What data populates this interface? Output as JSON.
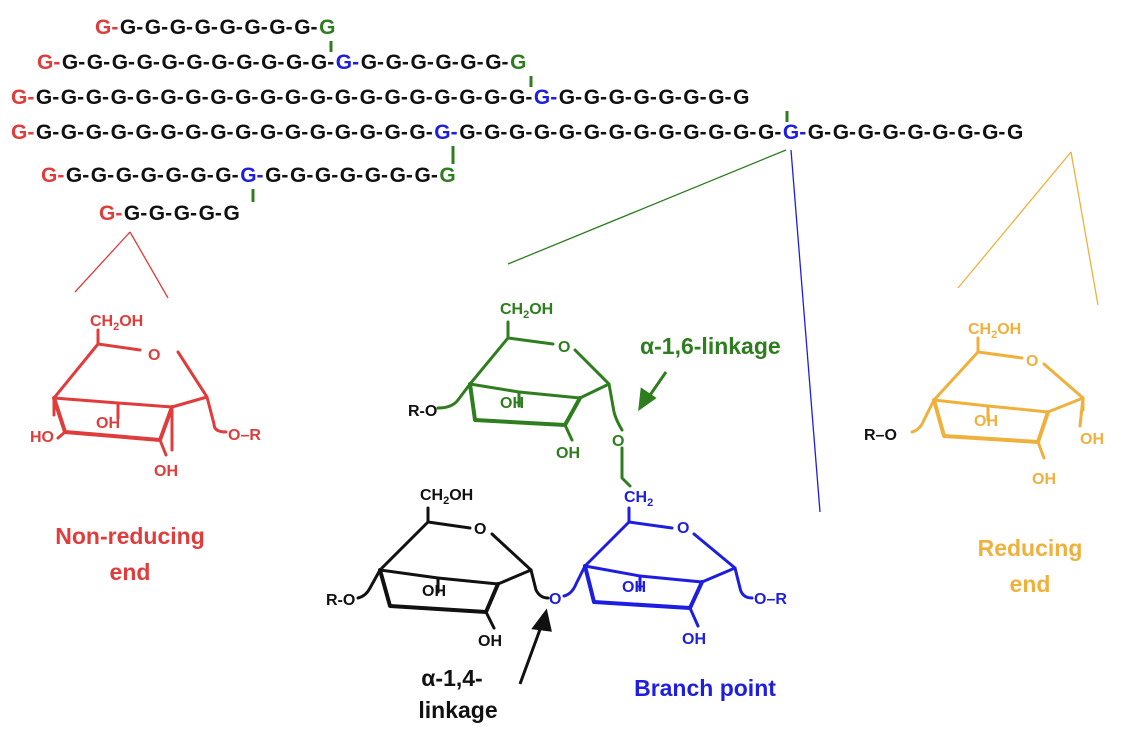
{
  "colors": {
    "red": "#e03c3c",
    "green": "#2e7d1e",
    "blue": "#1e1ee0",
    "orange": "#f0b03c",
    "black": "#111111"
  },
  "chains": [
    "G-G-G-G-G-G-G-G-G-G",
    "G-G-G-G-G-G-G-G-G-G-G-G-G-G-G-G-G-G-G-G",
    "G-G-G-G-G-G-G-G-G-G-G-G-G-G-G-G-G-G-G-G-G-G-G-G-G-G-G-G-G-G",
    "G-G-G-G-G-G-G-G-G-G-G-G-G-G-G-G-G-G-G-G-G-G-G-G-G-G-G-G-G-G-G-G-G-G-G-G-G-G-G-G-G",
    "G-G-G-G-G-G-G-G-G-G-G-G-G-G-G-G-G",
    "G-G-G-G-G-G"
  ],
  "residue": "G",
  "labels": {
    "non_reducing": [
      "Non-reducing",
      "end"
    ],
    "reducing": [
      "Reducing",
      "end"
    ],
    "branch_point": "Branch point",
    "alpha16": "α-1,6-linkage",
    "alpha14": [
      "α-1,4-",
      "linkage"
    ]
  },
  "atoms": {
    "ch2oh_main": "CH",
    "ch2oh_sub": "2",
    "ch2oh_tail": "OH",
    "ch2_main": "CH",
    "ch2_sub": "2",
    "o": "O",
    "oh": "OH",
    "ho": "HO",
    "o_r": "O–R",
    "r_o": "R-O",
    "r_dash_o": "R–O"
  }
}
